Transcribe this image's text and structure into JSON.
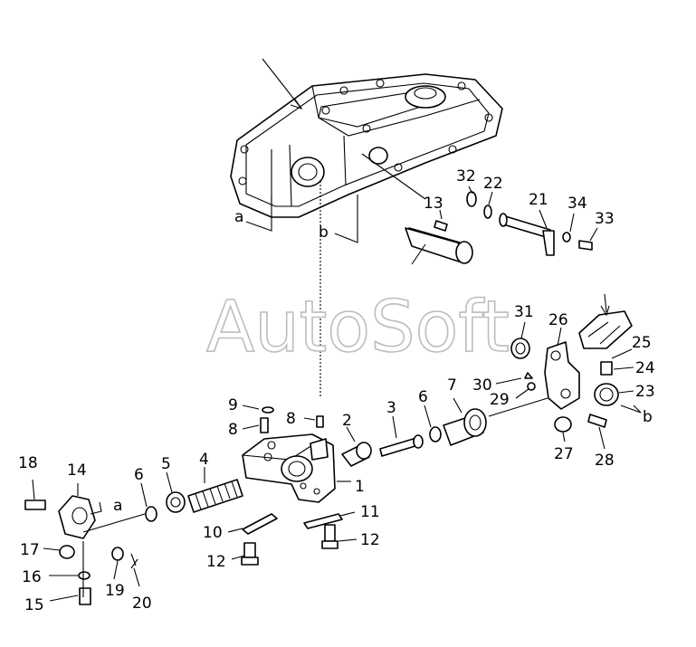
{
  "watermark": "AutoSoft",
  "callouts": {
    "c1": "1",
    "c2": "2",
    "c3": "3",
    "c4": "4",
    "c5": "5",
    "c6a": "6",
    "c6b": "6",
    "c7": "7",
    "c8a": "8",
    "c8b": "8",
    "c9": "9",
    "c10": "10",
    "c11": "11",
    "c12a": "12",
    "c12b": "12",
    "c13": "13",
    "c14": "14",
    "c15": "15",
    "c16": "16",
    "c17": "17",
    "c18": "18",
    "c19": "19",
    "c20": "20",
    "c21": "21",
    "c22": "22",
    "c23": "23",
    "c24": "24",
    "c25": "25",
    "c26": "26",
    "c27": "27",
    "c28": "28",
    "c29": "29",
    "c30": "30",
    "c31": "31",
    "c32": "32",
    "c33": "33",
    "c34": "34"
  },
  "refs": {
    "a1": "a",
    "a2": "a",
    "b1": "b",
    "b2": "b"
  }
}
